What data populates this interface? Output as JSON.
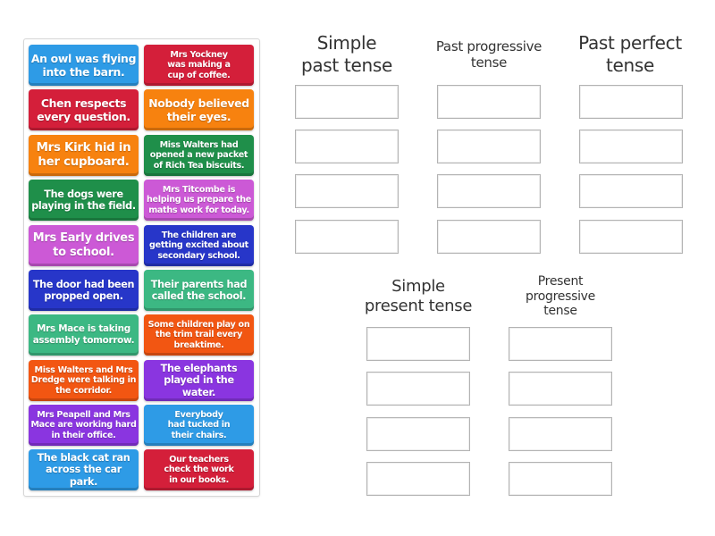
{
  "activity": {
    "type": "group-sort",
    "tiles": [
      {
        "text": "An owl was flying into the barn.",
        "color": "#2e9be6",
        "size": "l"
      },
      {
        "text": "Mrs Yockney was making a cup of coffee.",
        "color": "#d41f3a",
        "size": "s"
      },
      {
        "text": "Chen respects every question.",
        "color": "#d41f3a",
        "size": "l"
      },
      {
        "text": "Nobody believed their eyes.",
        "color": "#f7820f",
        "size": "l"
      },
      {
        "text": "Mrs Kirk hid in her cupboard.",
        "color": "#f7820f",
        "size": "xl"
      },
      {
        "text": "Miss Walters had opened a new packet of Rich Tea biscuits.",
        "color": "#1f8f4a",
        "size": "s"
      },
      {
        "text": "The dogs were playing in the field.",
        "color": "#1f8f4a",
        "size": "m"
      },
      {
        "text": "Mrs Titcombe is helping us prepare the maths work for today.",
        "color": "#cc59d6",
        "size": "s"
      },
      {
        "text": "Mrs Early drives to school.",
        "color": "#cc59d6",
        "size": "l"
      },
      {
        "text": "The children are getting excited about secondary school.",
        "color": "#2736c9",
        "size": "s"
      },
      {
        "text": "The door had been propped open.",
        "color": "#2736c9",
        "size": "m"
      },
      {
        "text": "Their parents had called the school.",
        "color": "#3cb883",
        "size": "m"
      },
      {
        "text": "Mrs Mace is taking assembly tomorrow.",
        "color": "#3cb883",
        "size": "s"
      },
      {
        "text": "Some children play on the trim trail every breaktime.",
        "color": "#f25612",
        "size": "s"
      },
      {
        "text": "Miss Walters and Mrs Dredge were talking in the corridor.",
        "color": "#f25612",
        "size": "s"
      },
      {
        "text": "The elephants played in the water.",
        "color": "#8a35e0",
        "size": "m"
      },
      {
        "text": "Mrs Peapell and Mrs Mace are working hard in their office.",
        "color": "#8a35e0",
        "size": "s"
      },
      {
        "text": "Everybody had tucked in their chairs.",
        "color": "#2e9be6",
        "size": "s"
      },
      {
        "text": "The black cat ran across the car park.",
        "color": "#2e9be6",
        "size": "m"
      },
      {
        "text": "Our teachers check the work in our books.",
        "color": "#d41f3a",
        "size": "s"
      }
    ],
    "categories": [
      {
        "title_line1": "Simple",
        "title_line2": "past tense",
        "slots": 4
      },
      {
        "title_line1": "Past progressive",
        "title_line2": "tense",
        "slots": 4
      },
      {
        "title_line1": "Past perfect",
        "title_line2": "tense",
        "slots": 4
      },
      {
        "title_line1": "Simple",
        "title_line2": "present tense",
        "slots": 4
      },
      {
        "title_line1": "Present",
        "title_line2": "progressive",
        "title_line3": "tense",
        "slots": 4
      }
    ]
  }
}
